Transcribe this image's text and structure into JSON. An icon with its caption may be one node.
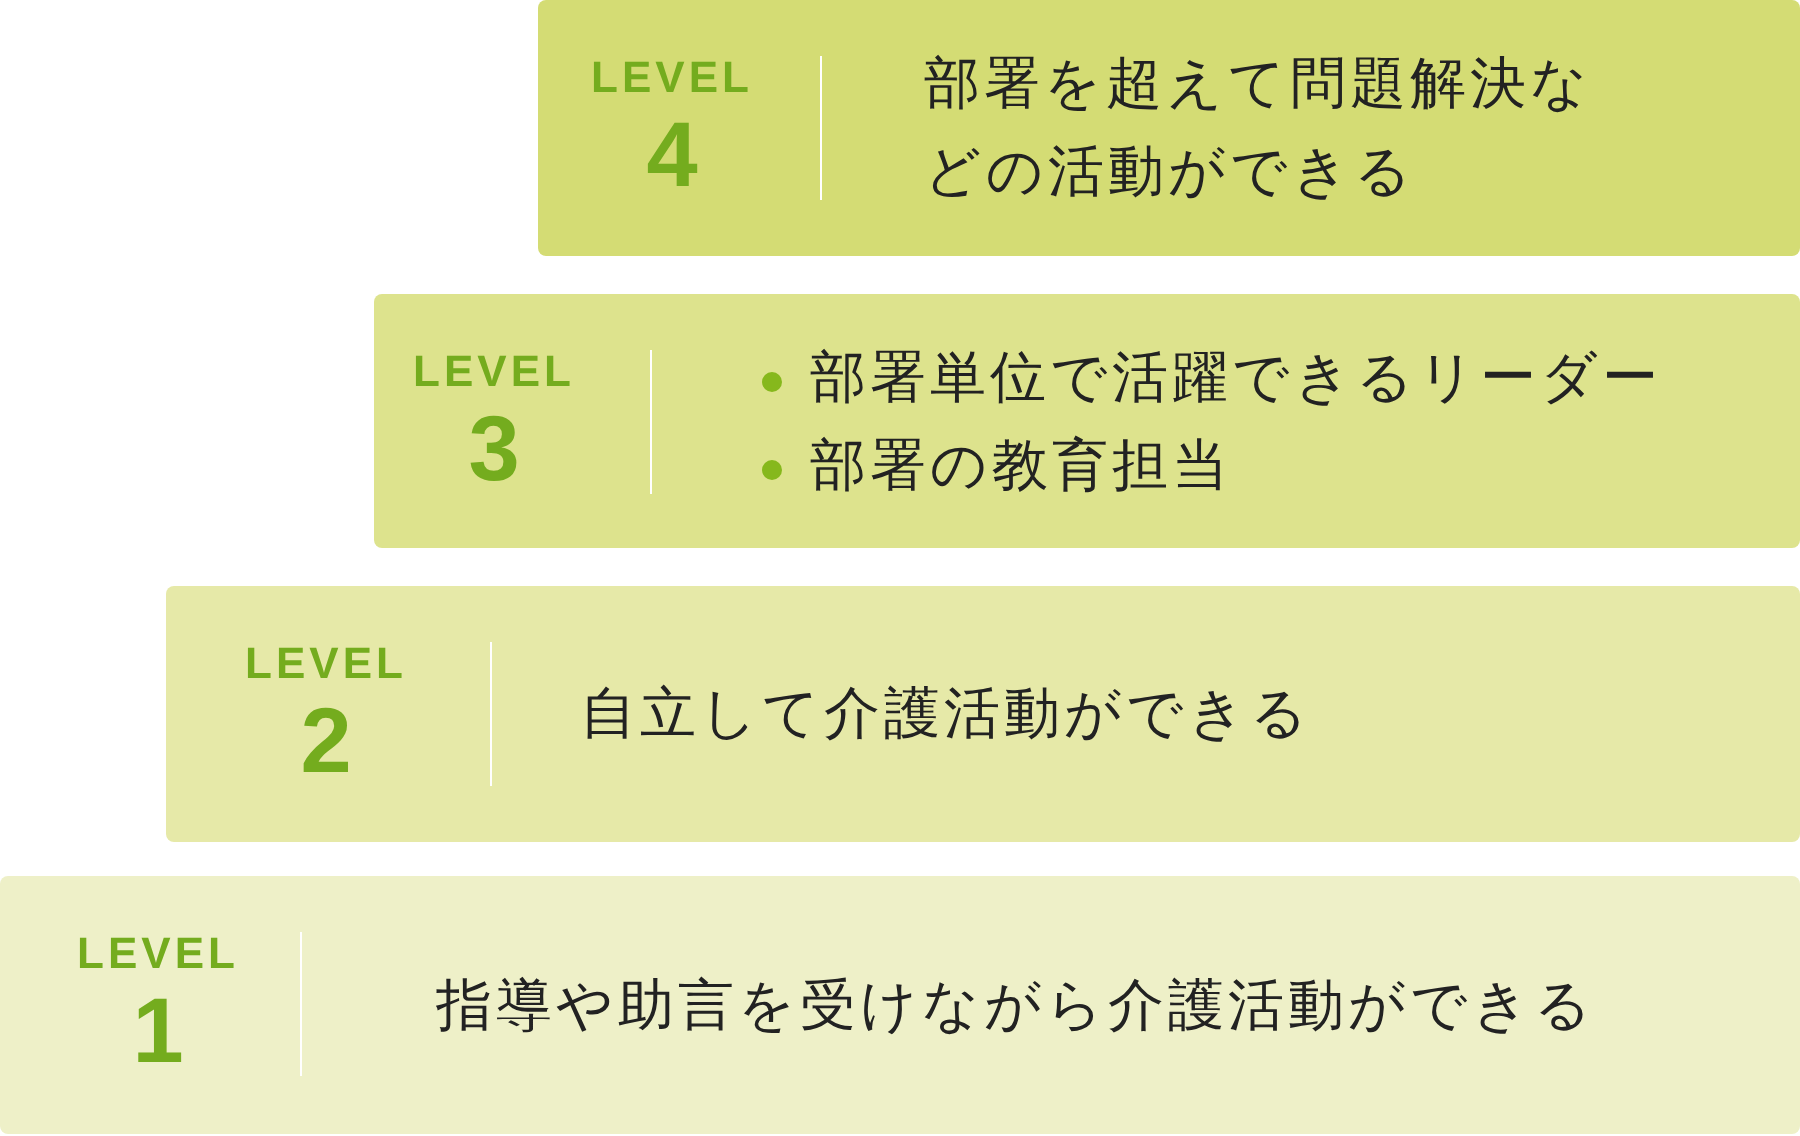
{
  "diagram": {
    "nodes": [
      {
        "text": [
          "LEVEL",
          "4",
          "部署を超えて問題解決などの活動ができる"
        ]
      },
      {
        "text": [
          "LEVEL",
          "3",
          "部署単位で活躍できるリーダー",
          "部署の教育担当"
        ]
      },
      {
        "text": [
          "LEVEL",
          "2",
          "自立して介護活動ができる"
        ]
      },
      {
        "text": [
          "LEVEL",
          "1",
          "指導や助言を受けながら介護活動ができる"
        ]
      }
    ]
  }
}
